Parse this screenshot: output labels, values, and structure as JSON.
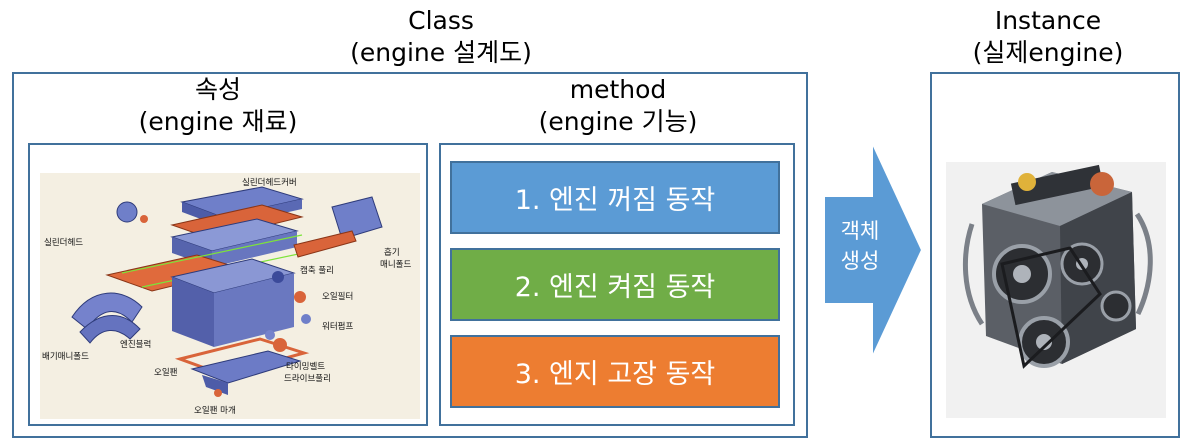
{
  "class_title": {
    "line1": "Class",
    "line2": "(engine 설계도)"
  },
  "instance_title": {
    "line1": "Instance",
    "line2": "(실제engine)"
  },
  "attributes": {
    "line1": "속성",
    "line2": "(engine 재료)"
  },
  "method": {
    "line1": "method",
    "line2": "(engine 기능)"
  },
  "methods": [
    {
      "label": "1. 엔진 꺼짐 동작",
      "color": "#5b9bd5"
    },
    {
      "label": "2. 엔진 켜짐 동작",
      "color": "#70ad47"
    },
    {
      "label": "3. 엔지 고장 동작",
      "color": "#ed7d31"
    }
  ],
  "arrow": {
    "line1": "객체",
    "line2": "생성",
    "color": "#5b9bd5"
  },
  "engine_parts": {
    "cylinder_head_cover": "실린더헤드커버",
    "cylinder_head": "실린더헤드",
    "intake_manifold_1": "흡기",
    "intake_manifold_2": "매니폴드",
    "camshaft_pulley": "캠축 풀리",
    "oil_filter": "오일필터",
    "water_pump": "워터펌프",
    "exhaust_manifold": "배기매니폴드",
    "engine_block": "엔진블럭",
    "oil_pan": "오일팬",
    "timing_belt_1": "타이밍벨트",
    "timing_belt_2": "드라이브풀리",
    "oil_pan_cap": "오일팬 마개"
  }
}
